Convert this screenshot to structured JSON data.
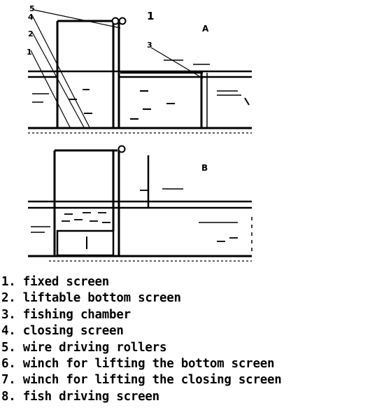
{
  "panels": {
    "a": {
      "label": "A",
      "marker": "1"
    },
    "b": {
      "label": "B"
    }
  },
  "callouts": [
    "5",
    "4",
    "2",
    "1",
    "3"
  ],
  "legend": [
    "1. fixed screen",
    "2. liftable bottom screen",
    "3. fishing chamber",
    "4. closing screen",
    "5. wire driving rollers",
    "6. winch for lifting the bottom screen",
    "7. winch for lifting the closing screen",
    "8. fish driving screen"
  ]
}
